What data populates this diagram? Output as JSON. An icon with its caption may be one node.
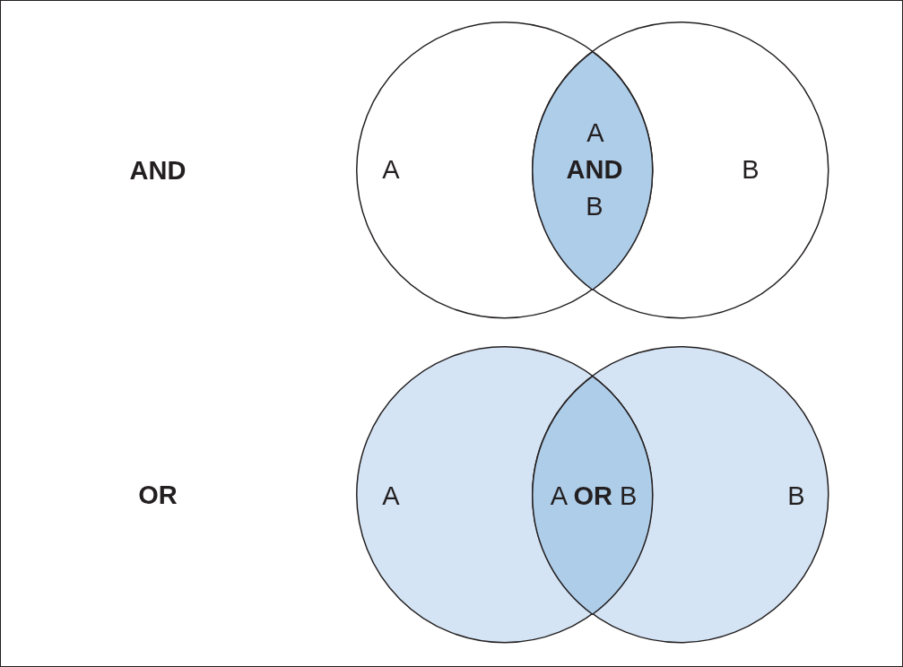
{
  "diagram": {
    "nodes": [
      {
        "text": [
          "A"
        ]
      },
      {
        "text": [
          "B"
        ]
      },
      {
        "text": [
          "A **AND** B"
        ]
      },
      {
        "text": [
          "A"
        ]
      },
      {
        "text": [
          "B"
        ]
      },
      {
        "text": [
          "A **OR** B"
        ]
      }
    ],
    "labels": [
      "AND",
      "OR"
    ]
  }
}
